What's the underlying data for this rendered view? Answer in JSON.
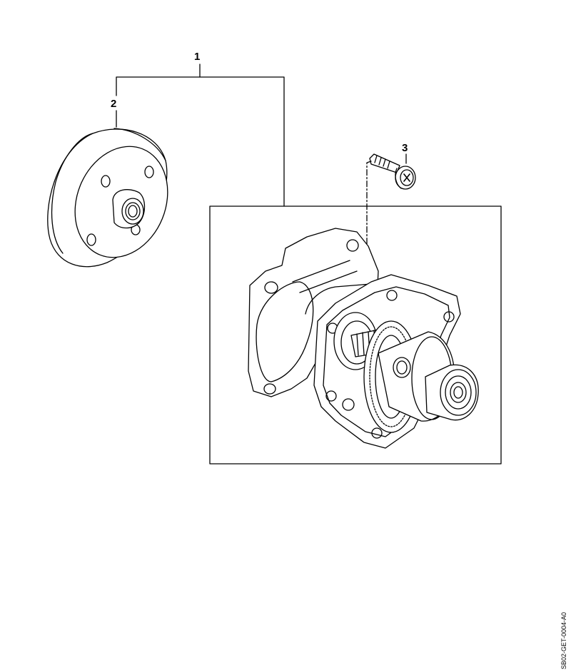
{
  "callouts": {
    "item_1": "1",
    "item_2": "2",
    "item_3": "3"
  },
  "reference_code": "SB02-GET-0004-A0",
  "colors": {
    "line": "#000000",
    "background": "#ffffff"
  }
}
